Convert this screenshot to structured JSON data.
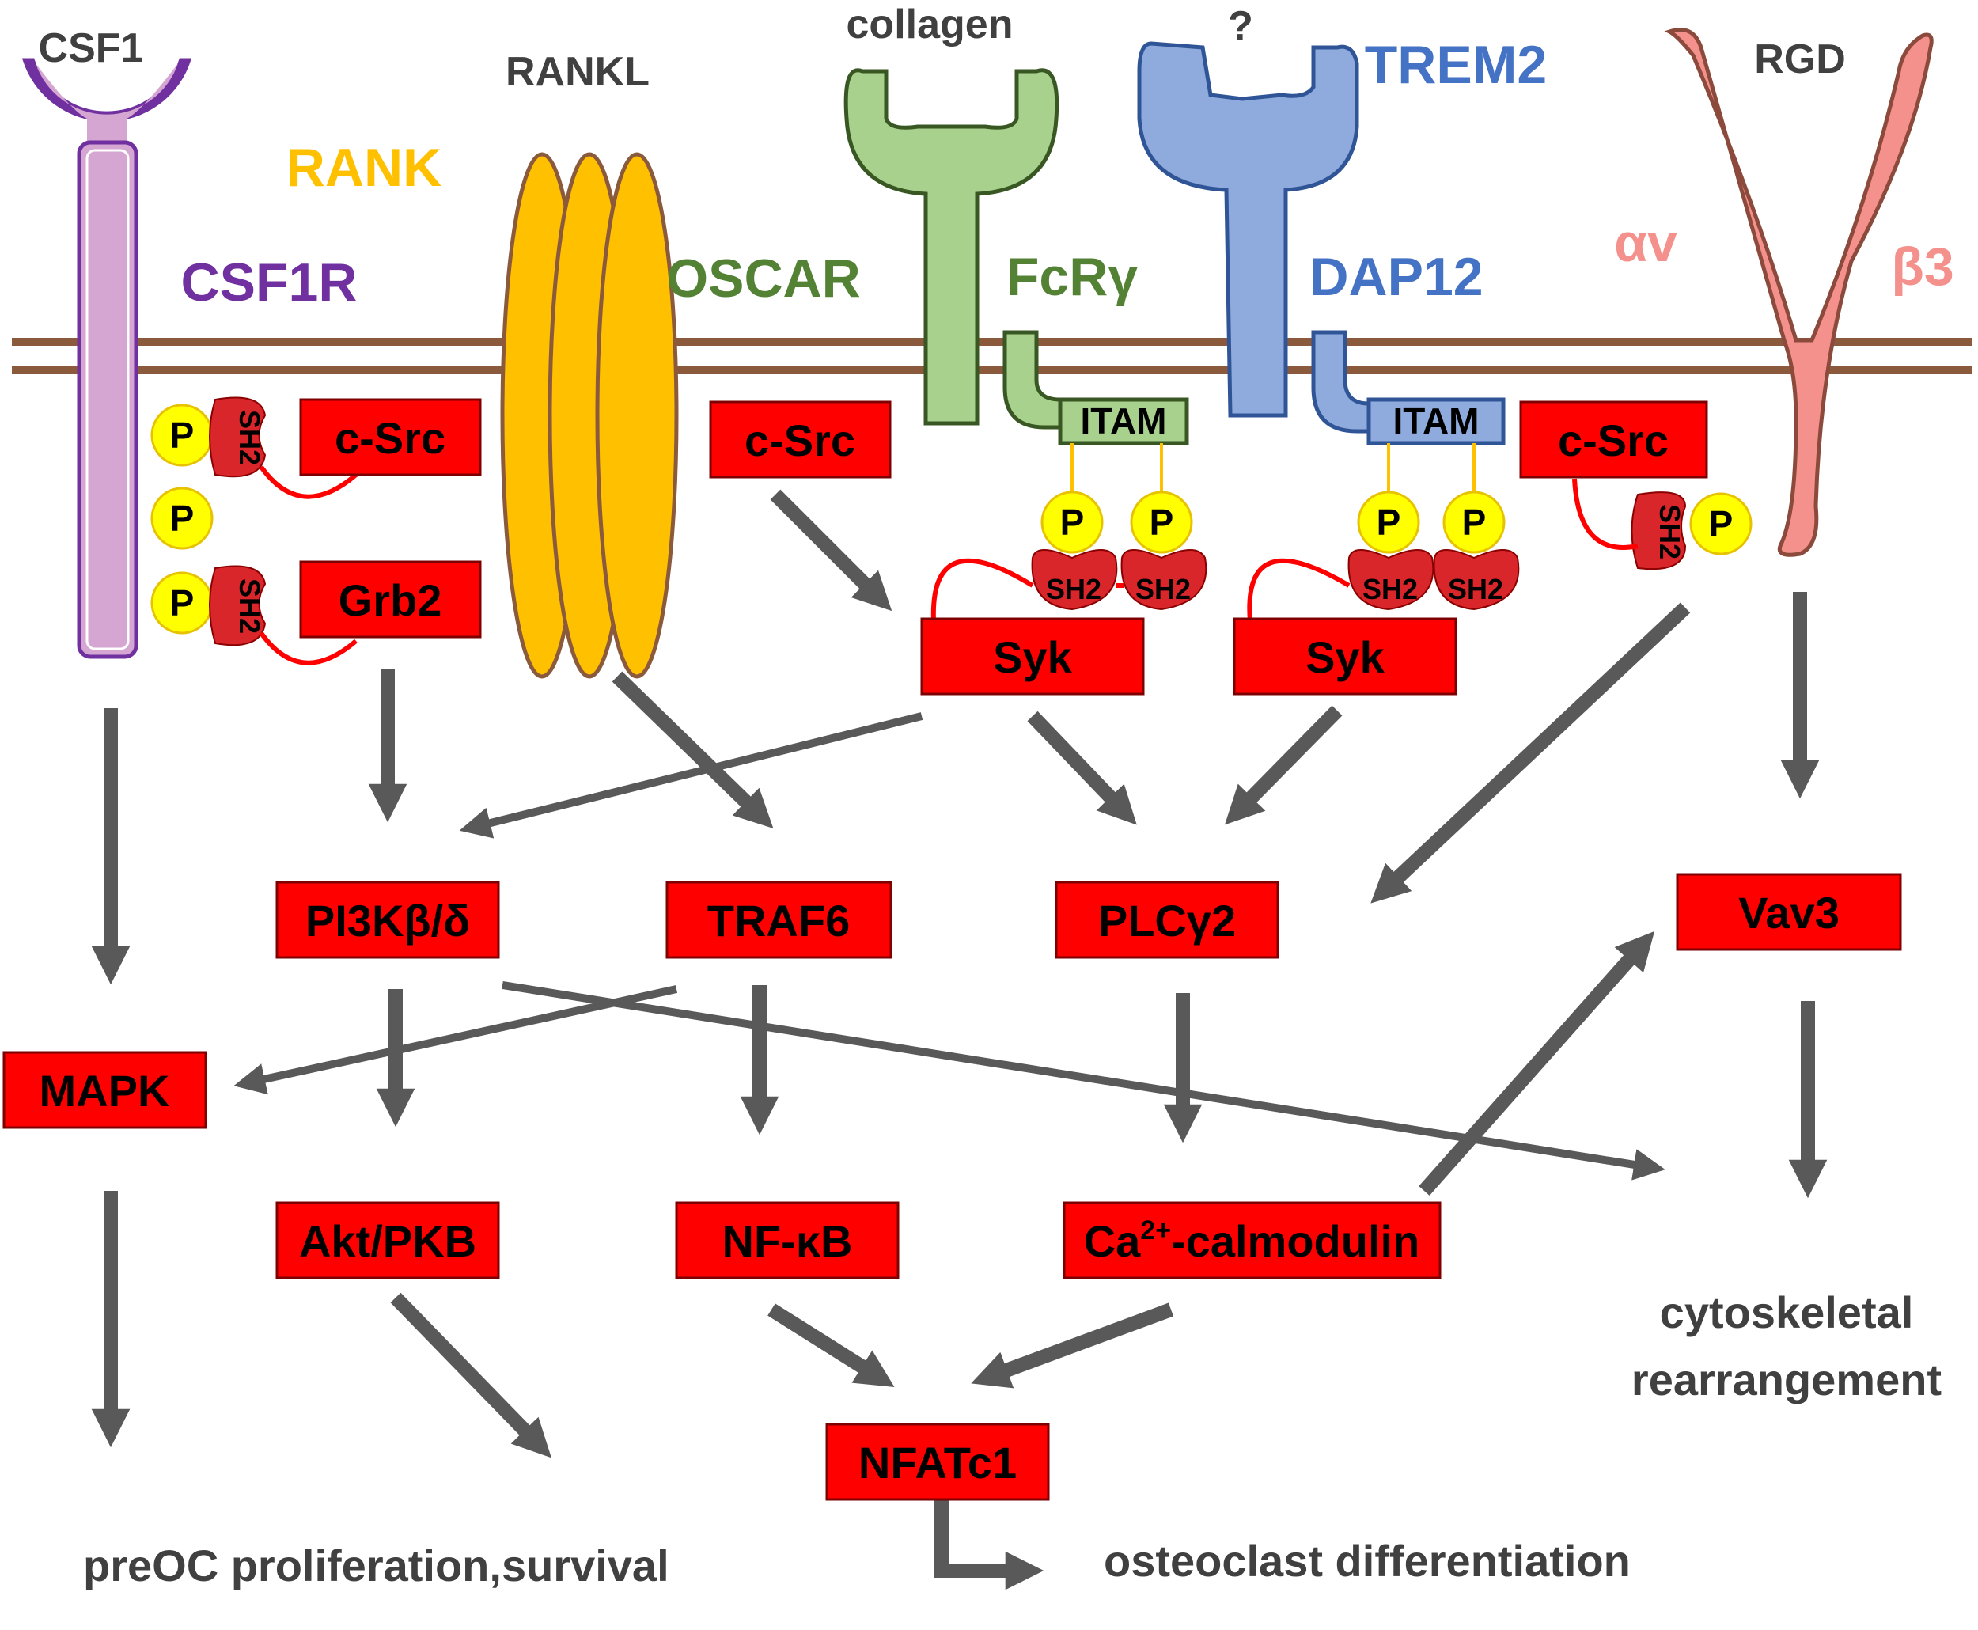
{
  "ligands": {
    "csf1": "CSF1",
    "rankl": "RANKL",
    "collagen": "collagen",
    "unknown": "?",
    "rgd": "RGD"
  },
  "receptors": {
    "csf1r": "CSF1R",
    "rank": "RANK",
    "oscar": "OSCAR",
    "fcrg": "FcRγ",
    "trem2": "TREM2",
    "dap12": "DAP12",
    "alpha_v": "αv",
    "beta3": "β3"
  },
  "motifs": {
    "itam": "ITAM",
    "p": "P",
    "sh2": "SH2"
  },
  "nodes": {
    "csrc_1": "c-Src",
    "grb2": "Grb2",
    "csrc_2": "c-Src",
    "csrc_3": "c-Src",
    "syk_1": "Syk",
    "syk_2": "Syk",
    "pi3k": "PI3Kβ/δ",
    "traf6": "TRAF6",
    "plcg2": "PLCγ2",
    "vav3": "Vav3",
    "mapk": "MAPK",
    "akt": "Akt/PKB",
    "nfkb": "NF-κB",
    "ca_prefix": "Ca",
    "ca_sup": "2+",
    "ca_suffix": "-calmodulin",
    "nfatc1": "NFATc1"
  },
  "outcomes": {
    "proliferation": "preOC proliferation,survival",
    "differentiation": "osteoclast differentiation",
    "cyto_line1": "cytoskeletal",
    "cyto_line2": "rearrangement"
  },
  "colors": {
    "node_fill": "#ff0000",
    "arrow": "#595959",
    "membrane": "#8b5a3c",
    "csf1r": "#7030a0",
    "csf1r_fill": "#d5a6d2",
    "rank": "#ffc000",
    "oscar": "#548235",
    "oscar_fill": "#a9d18e",
    "trem2": "#4472c4",
    "trem2_fill": "#8faadc",
    "integrin": "#f4918c",
    "phospho": "#ffff00",
    "sh2": "#d9262b"
  }
}
